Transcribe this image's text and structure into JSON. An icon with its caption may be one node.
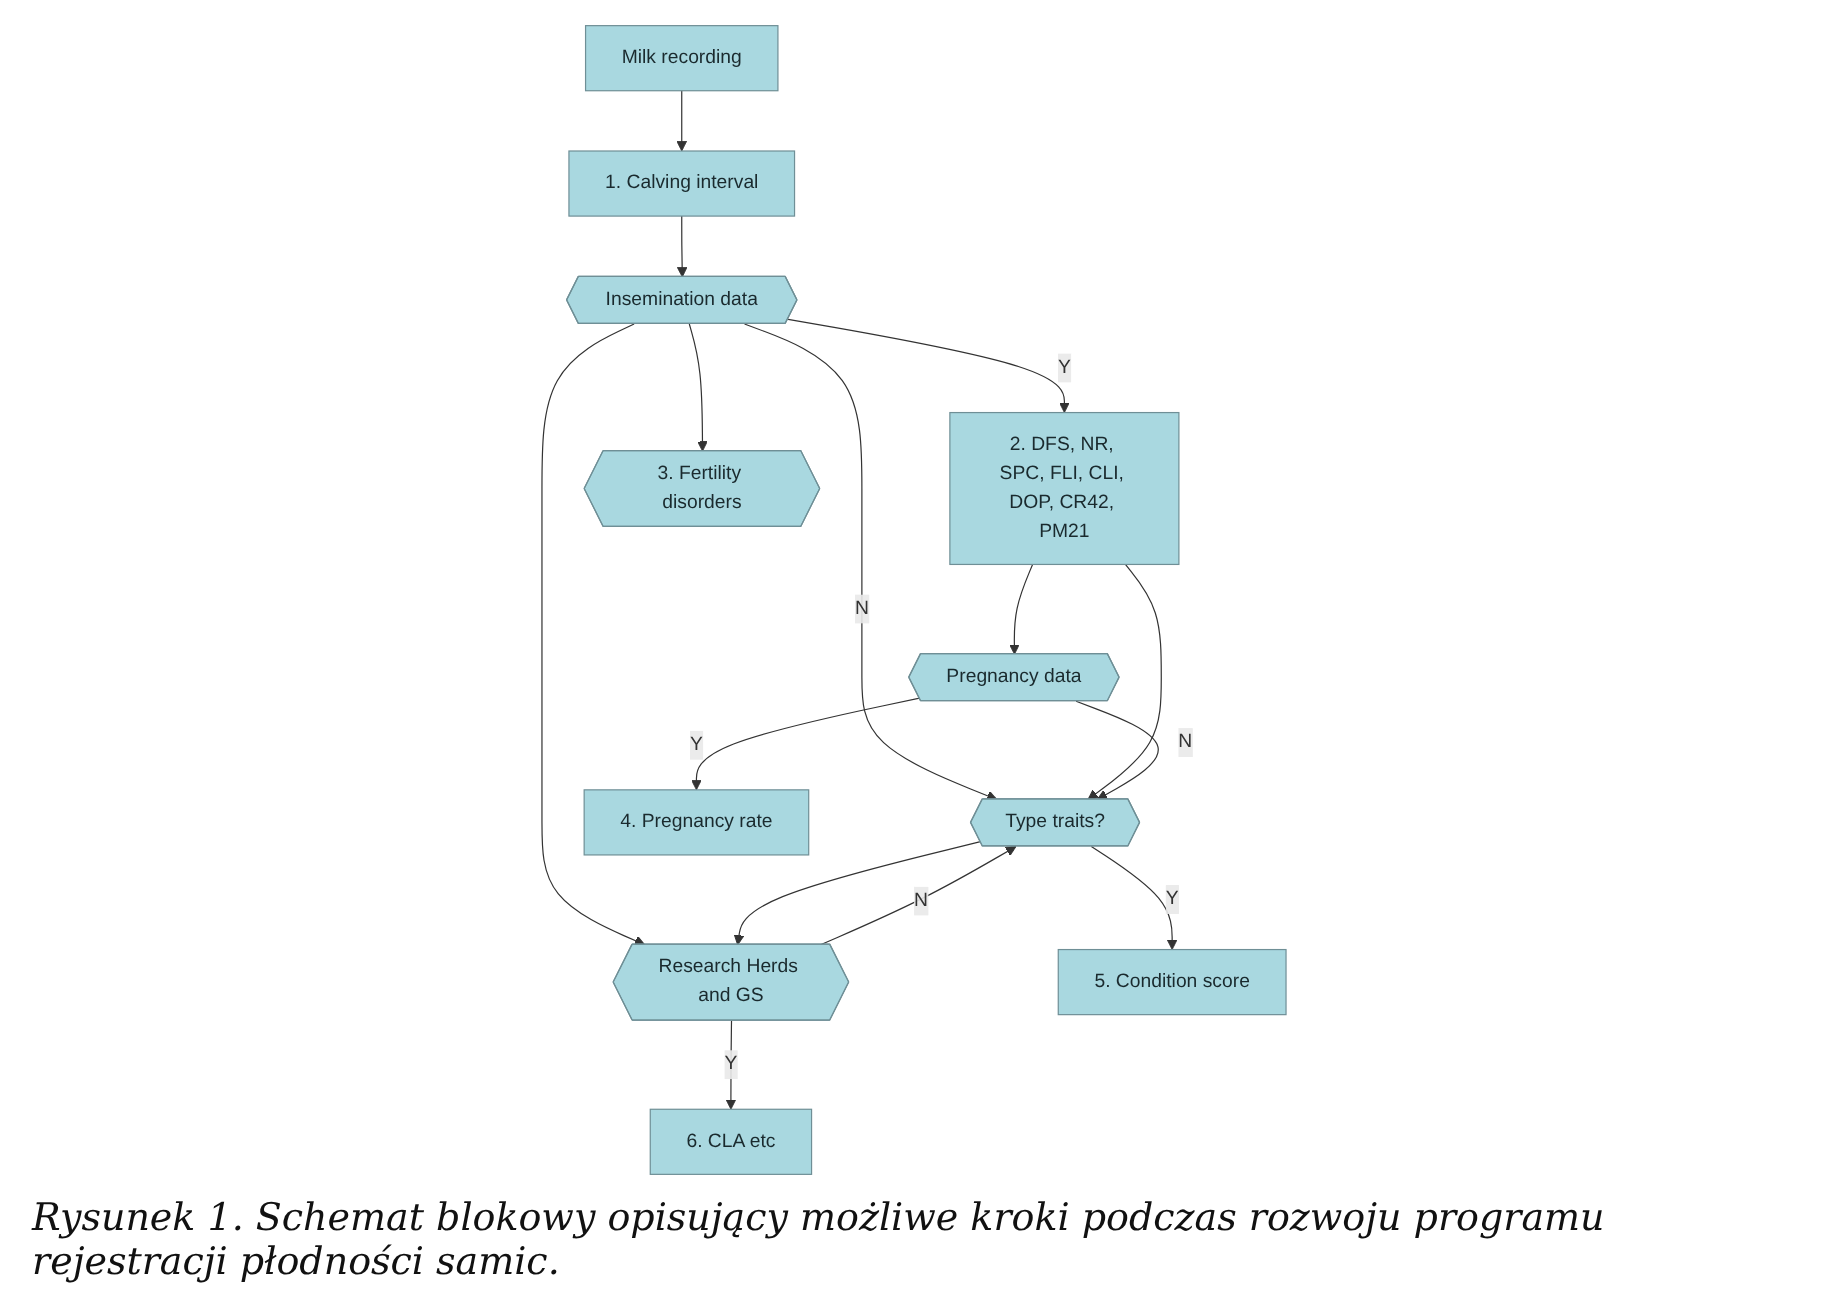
{
  "diagram": {
    "caption": "Rysunek 1. Schemat blokowy opisujący możliwe kroki podczas rozwoju programu rejestracji płodności samic.",
    "nodes": [
      {
        "text": [
          "Milk recording"
        ]
      },
      {
        "text": [
          "1. Calving interval"
        ]
      },
      {
        "text": [
          "Insemination data"
        ]
      },
      {
        "text": [
          "2. DFS, NR, SPC, FLI, CLI, DOP, CR42, PM21"
        ]
      },
      {
        "text": [
          "3. Fertility disorders"
        ]
      },
      {
        "text": [
          "Research Herds and GS"
        ]
      },
      {
        "text": [
          "Type traits?"
        ]
      },
      {
        "text": [
          "Pregnancy data"
        ]
      },
      {
        "text": [
          "6. CLA etc"
        ]
      },
      {
        "text": [
          "5. Condition score"
        ]
      },
      {
        "text": [
          "4. Pregnancy rate"
        ]
      }
    ],
    "edges": [
      {
        "from": 0,
        "to": 1,
        "arrow": "to"
      },
      {
        "from": 1,
        "to": 2,
        "arrow": "to"
      },
      {
        "from": 2,
        "to": 3,
        "label": "Y",
        "arrow": "to"
      },
      {
        "from": 2,
        "to": 4,
        "arrow": "to"
      },
      {
        "from": 2,
        "to": 5,
        "arrow": "to"
      },
      {
        "from": 2,
        "to": 6,
        "label": "N",
        "arrow": "to"
      },
      {
        "from": 3,
        "to": 6,
        "arrow": "to"
      },
      {
        "from": 3,
        "to": 7,
        "arrow": "to"
      },
      {
        "from": 7,
        "to": 6,
        "label": "N",
        "arrow": "to"
      },
      {
        "from": 6,
        "to": 5,
        "arrow": "to"
      },
      {
        "from": 5,
        "to": 6,
        "label": "N",
        "arrow": "to"
      },
      {
        "from": 5,
        "to": 8,
        "label": "Y",
        "arrow": "to"
      },
      {
        "from": 6,
        "to": 9,
        "label": "Y",
        "arrow": "to"
      },
      {
        "from": 7,
        "to": 10,
        "label": "Y",
        "arrow": "to"
      }
    ]
  }
}
